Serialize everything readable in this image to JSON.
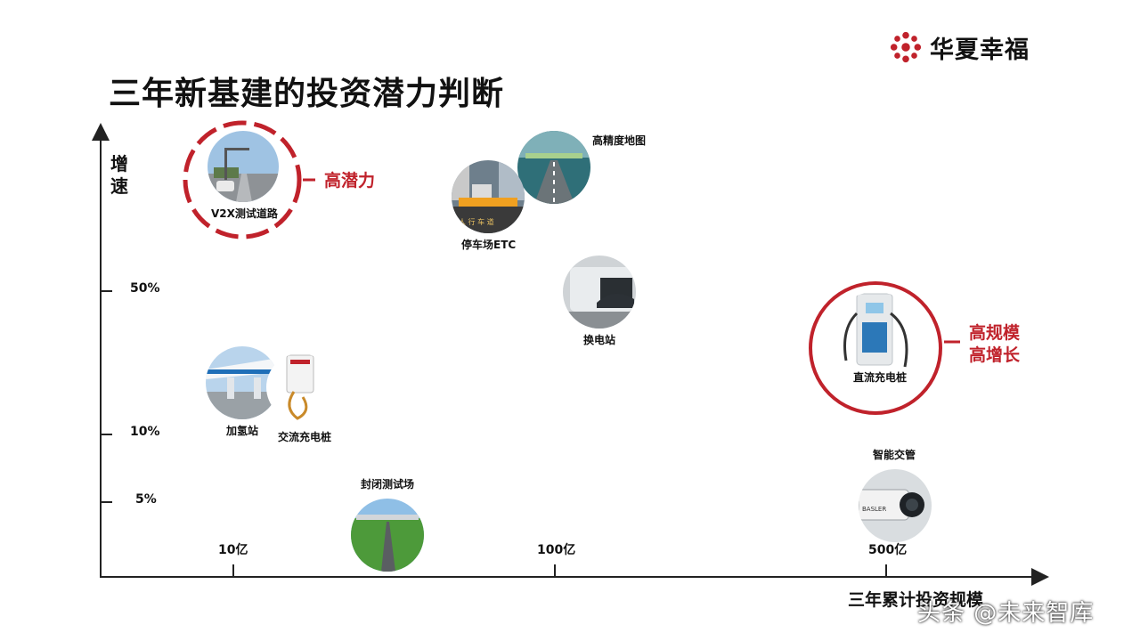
{
  "page": {
    "title": "三年新基建的投资潜力判断",
    "logo_text": "华夏幸福",
    "watermark": "头条 @未来智库"
  },
  "chart_data": {
    "type": "scatter",
    "title": "三年新基建的投资潜力判断",
    "xlabel": "三年累计投资规模",
    "ylabel": "增速",
    "x_ticks": [
      "10亿",
      "100亿",
      "500亿"
    ],
    "y_ticks": [
      "5%",
      "10%",
      "50%"
    ],
    "points": [
      {
        "label": "V2X测试道路",
        "x": "<10亿",
        "y": ">50%",
        "highlight": "dashed",
        "tag": "高潜力"
      },
      {
        "label": "高精度地图",
        "x": "~100亿",
        "y": ">50%"
      },
      {
        "label": "停车场ETC",
        "x": "~70亿",
        "y": ">50%"
      },
      {
        "label": "换电站",
        "x": "~100亿",
        "y": "~50%"
      },
      {
        "label": "直流充电桩",
        "x": ">500亿",
        "y": "10%-50%",
        "highlight": "solid",
        "tag": "高规模\n高增长"
      },
      {
        "label": "加氢站",
        "x": "~10亿",
        "y": "10%-50%"
      },
      {
        "label": "交流充电桩",
        "x": "~10亿",
        "y": "10%-50%"
      },
      {
        "label": "封闭测试场",
        "x": "10亿-100亿",
        "y": "<5%"
      },
      {
        "label": "智能交管",
        "x": "~500亿",
        "y": "<5%"
      }
    ],
    "tags": {
      "high_potential": "高潜力",
      "high_scale_line1": "高规模",
      "high_scale_line2": "高增长"
    },
    "colors": {
      "accent": "#c0222b",
      "axis": "#222222"
    }
  }
}
